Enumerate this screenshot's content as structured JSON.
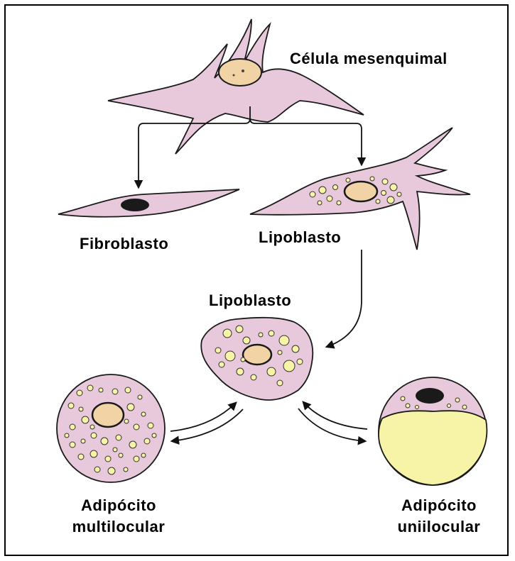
{
  "labels": {
    "mesenchymal": "Célula mesenquimal",
    "fibroblast": "Fibroblasto",
    "lipoblast_top": "Lipoblasto",
    "lipoblast_mid": "Lipoblasto",
    "adipocyte_multi": {
      "line1": "Adipócito",
      "line2": "multilocular"
    },
    "adipocyte_uni": {
      "line1": "Adipócito",
      "line2": "uniilocular"
    }
  },
  "colors": {
    "cytoplasm": "#e8c9dc",
    "nucleus": "#f1d3a6",
    "nucleus_dark": "#1a1a1a",
    "lipid": "#f7f4a8",
    "outline": "#1a1a1a"
  }
}
